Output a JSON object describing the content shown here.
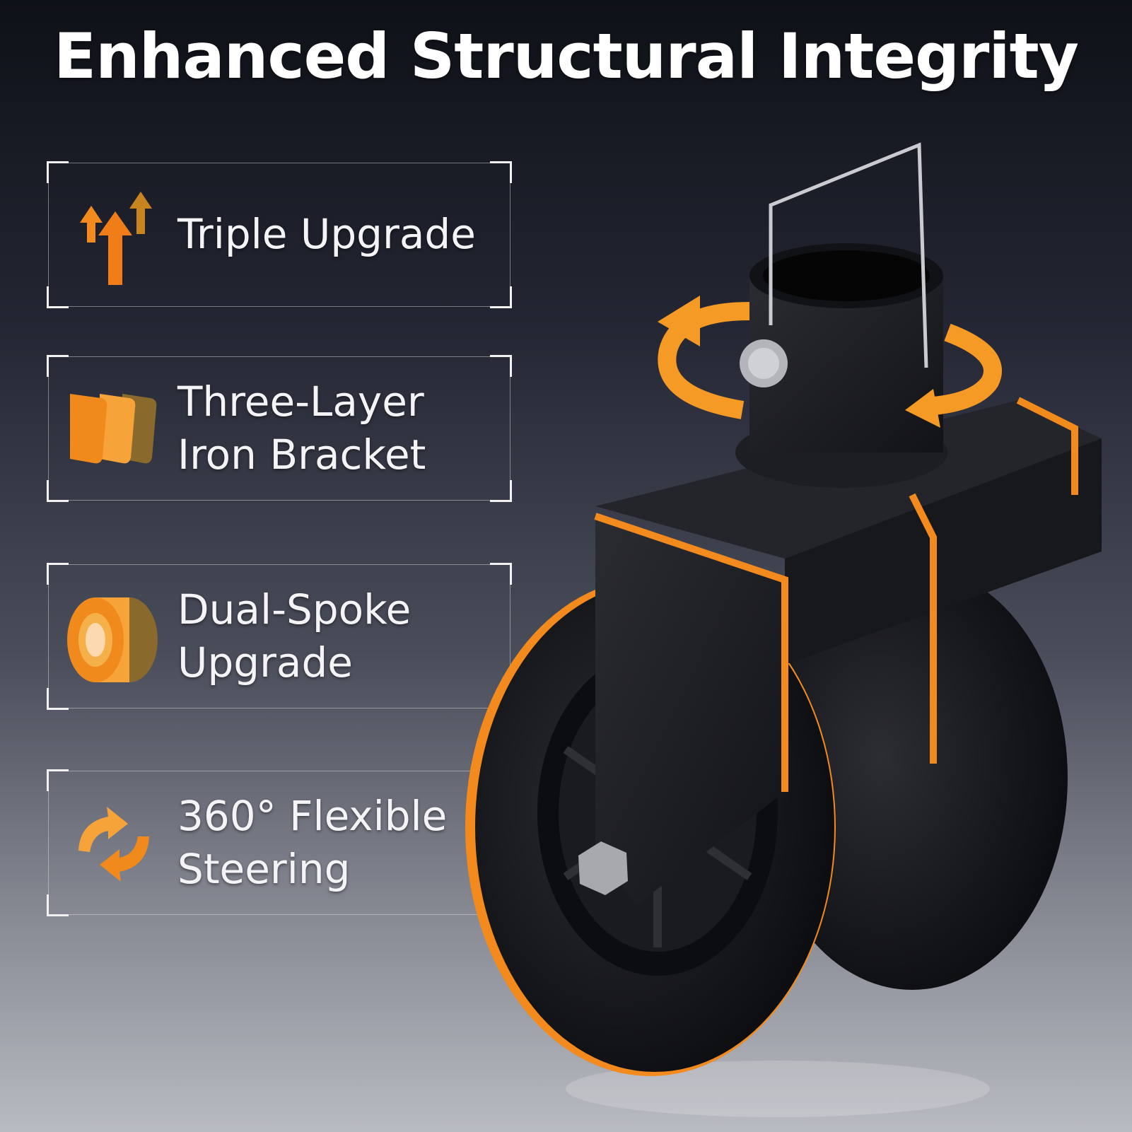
{
  "title": "Enhanced Structural Integrity",
  "features": [
    {
      "icon": "arrows-up-icon",
      "lines": [
        "Triple Upgrade"
      ]
    },
    {
      "icon": "layers-icon",
      "lines": [
        "Three-Layer",
        "Iron Bracket"
      ]
    },
    {
      "icon": "wheel-disc-icon",
      "lines": [
        "Dual-Spoke",
        "Upgrade"
      ]
    },
    {
      "icon": "rotate-arrows-icon",
      "lines": [
        "360° Flexible",
        "Steering"
      ]
    }
  ],
  "colors": {
    "accent": "#f28a1e",
    "accent_light": "#f6b04a",
    "product": "#1c1d21"
  }
}
